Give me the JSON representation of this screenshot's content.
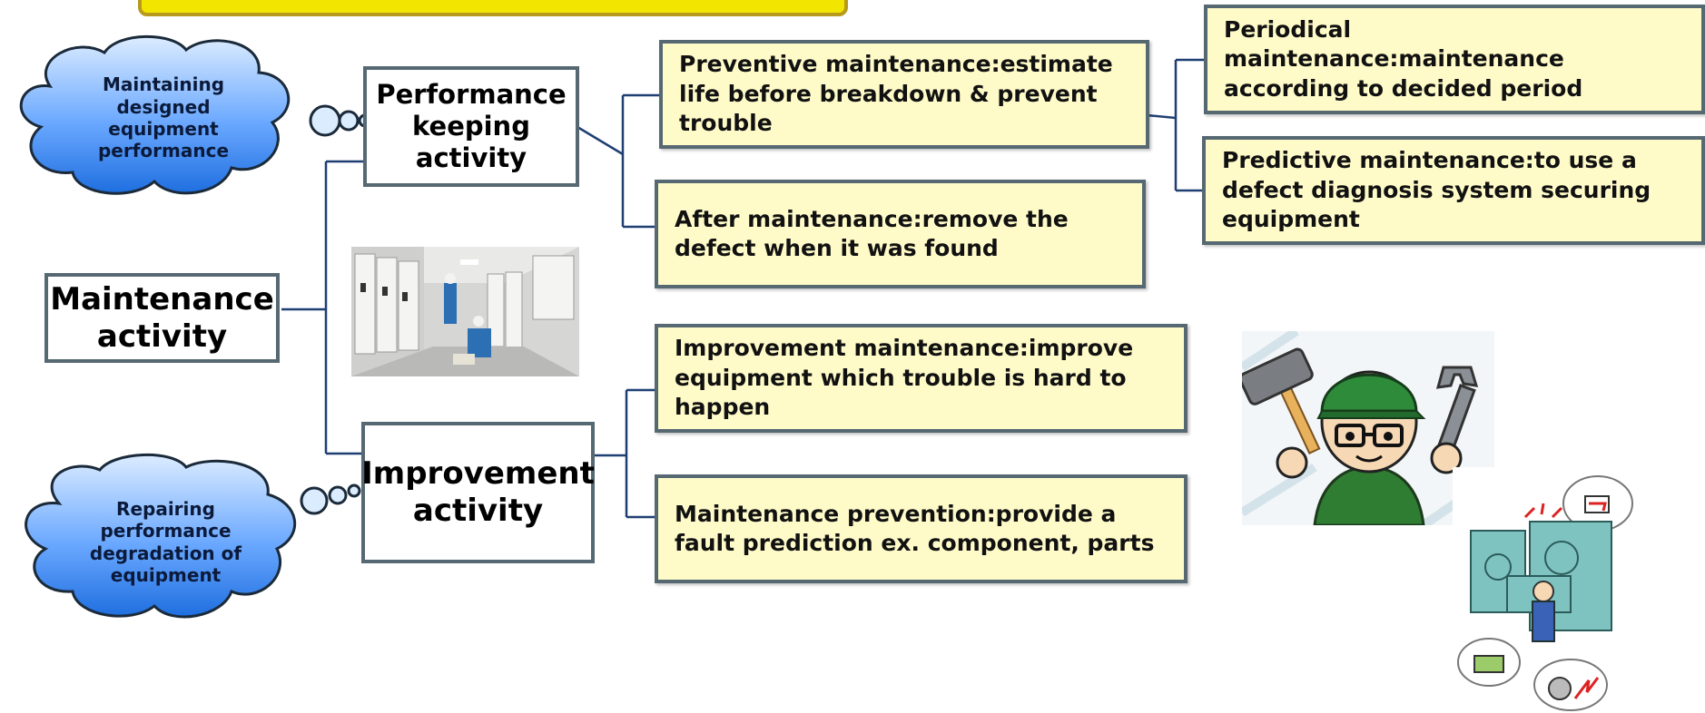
{
  "diagram": {
    "root": "Maintenance activity",
    "branches": [
      {
        "label": "Performance keeping activity",
        "cloud": "Maintaining designed equipment performance",
        "children": [
          {
            "label": "Preventive maintenance:estimate life before breakdown & prevent trouble",
            "children": [
              "Periodical maintenance:maintenance according to decided period",
              "Predictive maintenance:to use a defect diagnosis system securing equipment"
            ]
          },
          {
            "label": "After maintenance:remove the defect when it was found"
          }
        ]
      },
      {
        "label": "Improvement activity",
        "cloud": "Repairing performance degradation of equipment",
        "children": [
          {
            "label": "Improvement maintenance:improve equipment which trouble is hard to happen"
          },
          {
            "label": "Maintenance prevention:provide a fault prediction ex. component, parts"
          }
        ]
      }
    ]
  },
  "colors": {
    "title_bar": "#f2e600",
    "box_fill": "#fffbc9",
    "box_border": "#566872",
    "connector": "#1f3f73",
    "cloud_top": "#dcecff",
    "cloud_bottom": "#1f6fe0"
  },
  "images": [
    "workers-in-switchgear-room-photo",
    "worker-with-hammer-and-wrench-illustration",
    "factory-machine-illustration"
  ]
}
